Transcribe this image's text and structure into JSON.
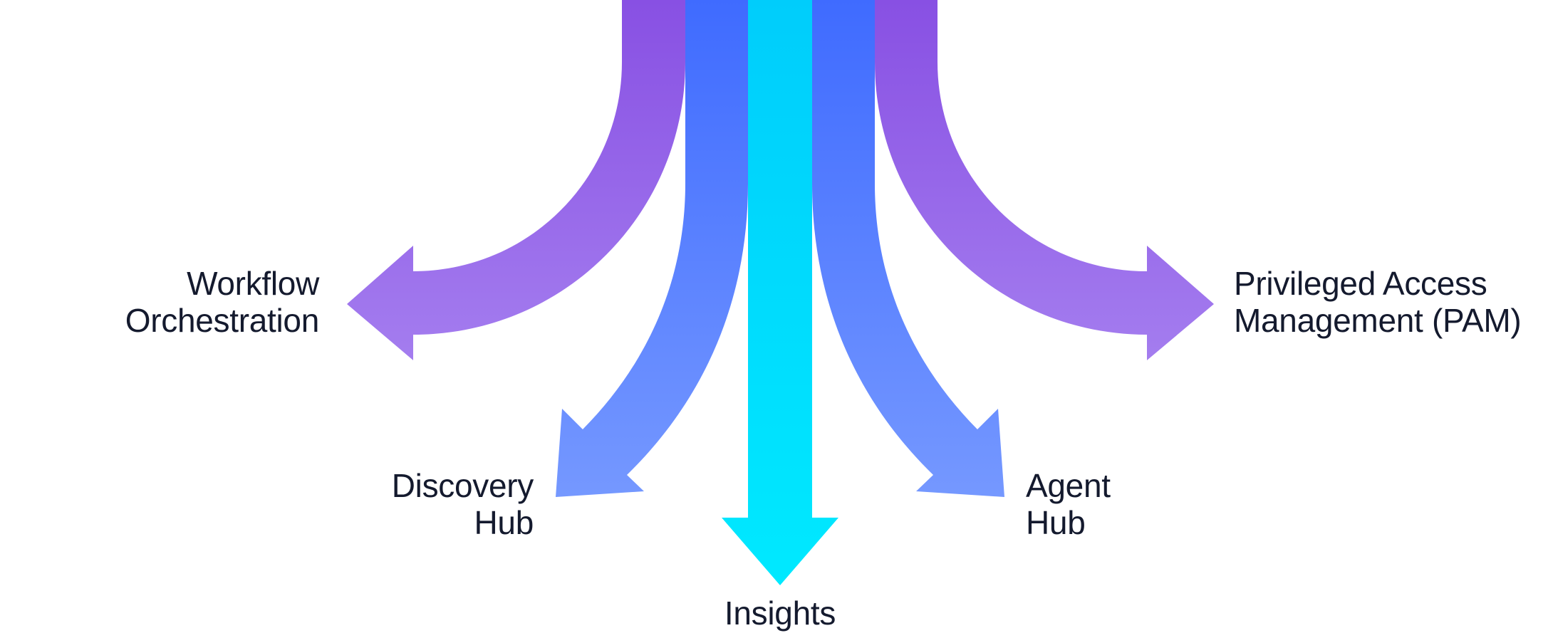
{
  "colors": {
    "purple_top": "#8850e3",
    "purple_bottom": "#a47def",
    "blue_top": "#3f6bff",
    "blue_bottom": "#7598ff",
    "cyan_top": "#00cdfb",
    "cyan_bottom": "#00e9ff",
    "text": "#141a2e"
  },
  "labels": {
    "workflow": {
      "line1": "Workflow",
      "line2": "Orchestration"
    },
    "discovery": {
      "line1": "Discovery",
      "line2": "Hub"
    },
    "insights": {
      "line1": "Insights"
    },
    "agent": {
      "line1": "Agent",
      "line2": "Hub"
    },
    "pam": {
      "line1": "Privileged Access",
      "line2": "Management (PAM)"
    }
  }
}
